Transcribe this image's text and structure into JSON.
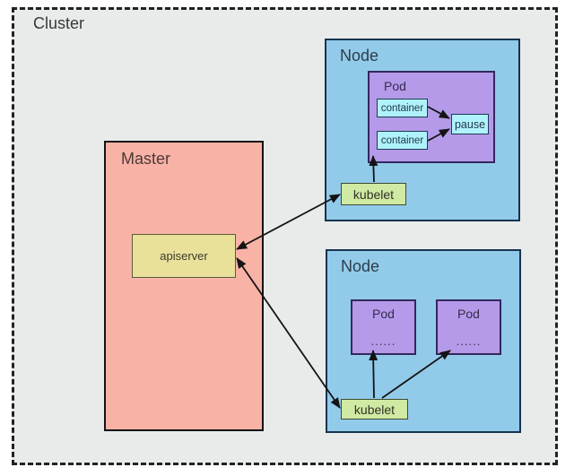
{
  "cluster": {
    "label": "Cluster"
  },
  "master": {
    "label": "Master",
    "apiserver": "apiserver"
  },
  "node_top": {
    "label": "Node",
    "pod": {
      "label": "Pod",
      "container_1": "container",
      "container_2": "container",
      "pause": "pause"
    },
    "kubelet": "kubelet"
  },
  "node_bottom": {
    "label": "Node",
    "pod_1": {
      "label": "Pod",
      "dots": "......"
    },
    "pod_2": {
      "label": "Pod",
      "dots": "......"
    },
    "kubelet": "kubelet"
  },
  "colors": {
    "cluster_fill": "#e9ebeb",
    "cluster_border": "#222222",
    "master_fill": "#f9b2a6",
    "master_border": "#141414",
    "apiserver_fill": "#e9e19a",
    "apiserver_border": "#5c5c3d",
    "node_fill": "#92cbea",
    "node_border": "#16334d",
    "pod_fill": "#b49ae9",
    "pod_border": "#33285c",
    "container_fill": "#aff2fb",
    "container_border": "#1d3a52",
    "kubelet_fill": "#d0e9a3",
    "kubelet_border": "#3f4a33",
    "arrow": "#141414",
    "label_text": "#383838"
  }
}
